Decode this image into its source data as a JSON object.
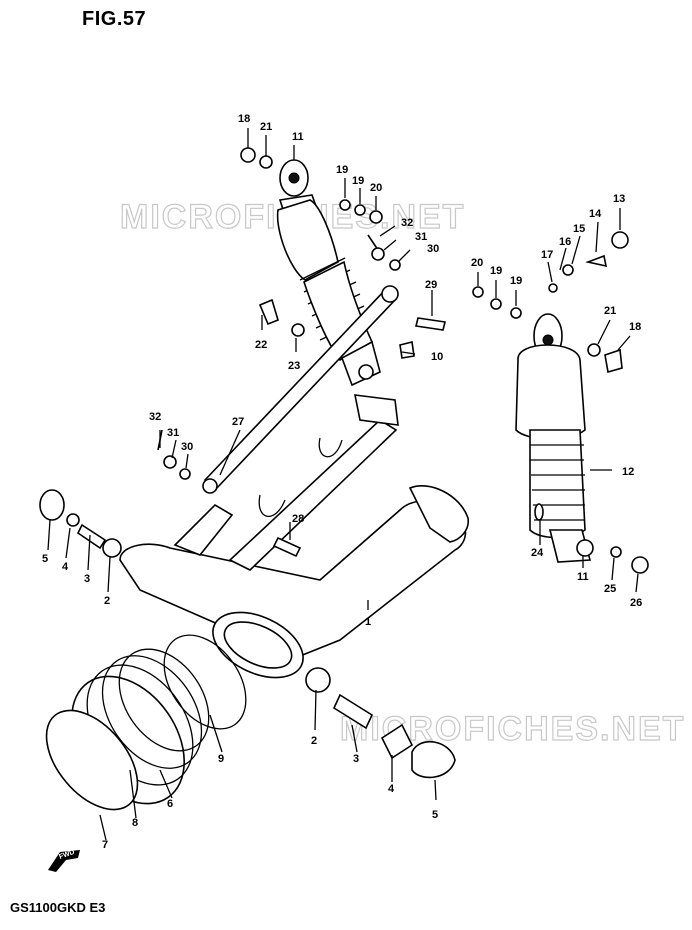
{
  "figure": {
    "title": "FIG.57",
    "model_code": "GS1100GKD  E3",
    "watermark": "MICROFICHES.NET",
    "forward_marker": "FWD"
  },
  "callouts": {
    "c1": "1",
    "c2a": "2",
    "c2b": "2",
    "c3a": "3",
    "c3b": "3",
    "c4a": "4",
    "c4b": "4",
    "c5a": "5",
    "c5b": "5",
    "c6": "6",
    "c7": "7",
    "c8": "8",
    "c9": "9",
    "c10": "10",
    "c11a": "11",
    "c11b": "11",
    "c12": "12",
    "c13": "13",
    "c14": "14",
    "c15": "15",
    "c16": "16",
    "c17": "17",
    "c18a": "18",
    "c18b": "18",
    "c19a": "19",
    "c19b": "19",
    "c19c": "19",
    "c19d": "19",
    "c20a": "20",
    "c20b": "20",
    "c21a": "21",
    "c21b": "21",
    "c22": "22",
    "c23": "23",
    "c24": "24",
    "c25": "25",
    "c26": "26",
    "c27": "27",
    "c28": "28",
    "c29": "29",
    "c30a": "30",
    "c30b": "30",
    "c31a": "31",
    "c31b": "31",
    "c32a": "32",
    "c32b": "32"
  }
}
